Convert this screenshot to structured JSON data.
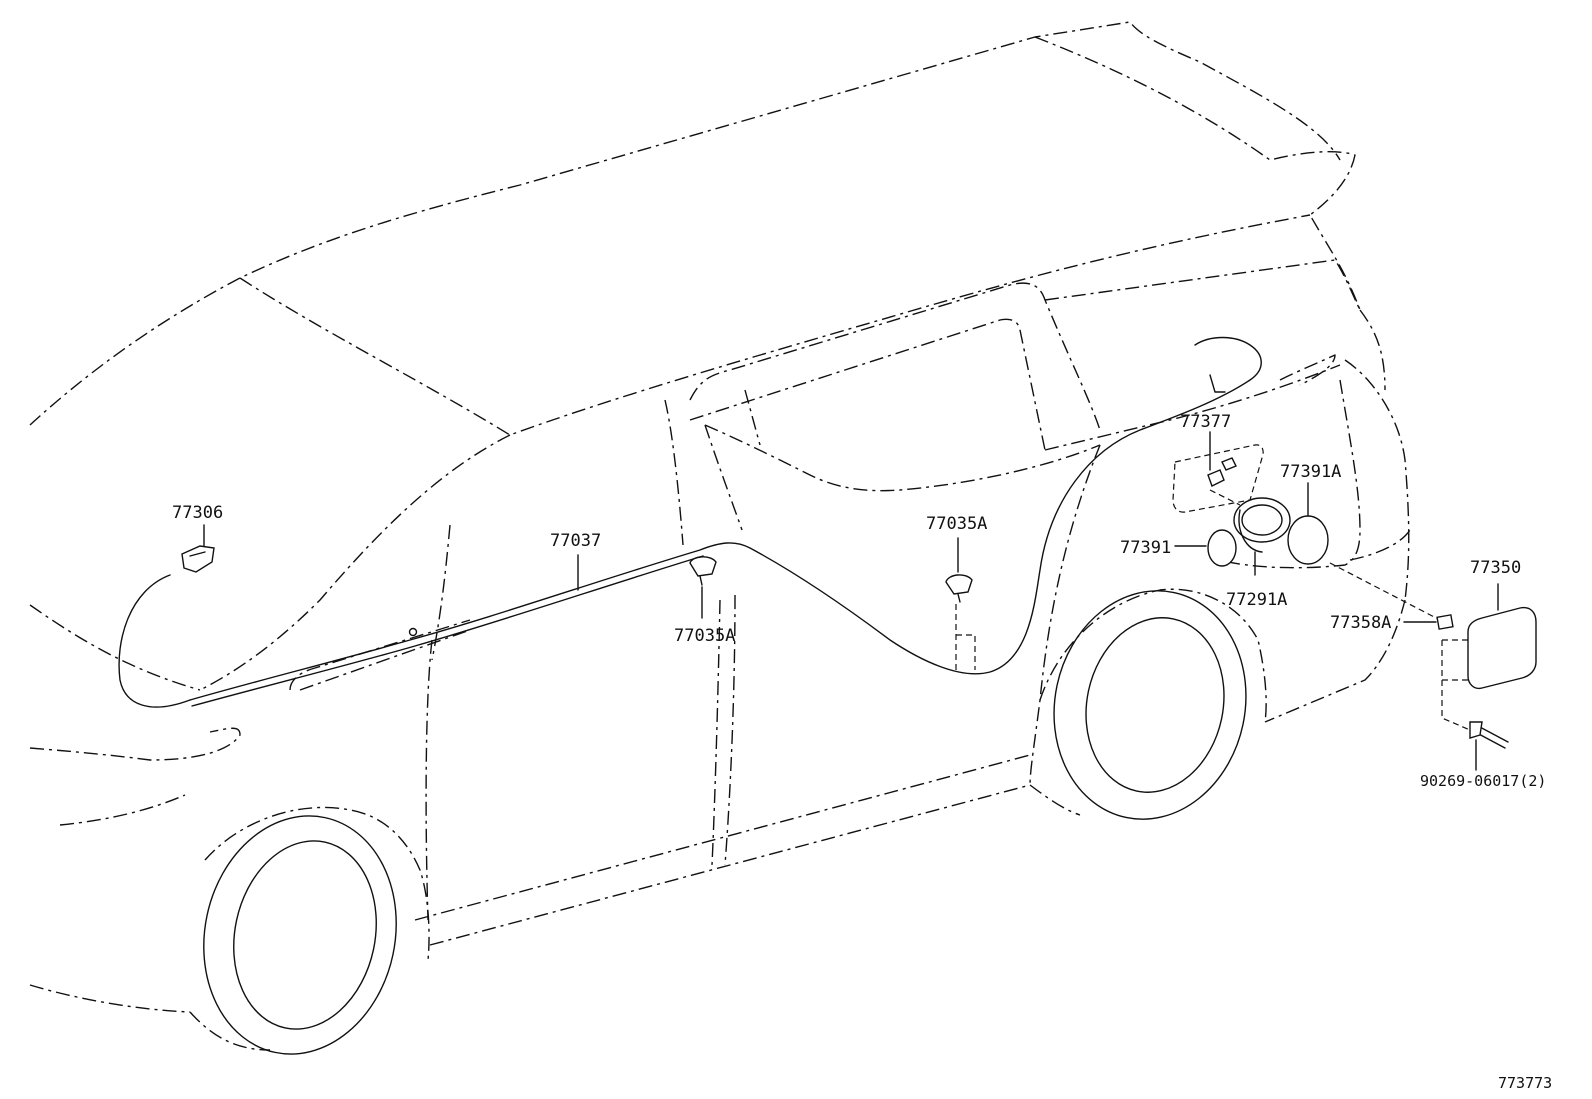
{
  "callouts": {
    "p77306": "77306",
    "p77037": "77037",
    "p77035A_top": "77035A",
    "p77035A_bottom": "77035A",
    "p77377": "77377",
    "p77391A": "77391A",
    "p77391": "77391",
    "p77291A": "77291A",
    "p77350": "77350",
    "p77358A": "77358A",
    "p90269": "90269-06017(2)"
  },
  "diagram_id": "773773",
  "colors": {
    "line": "#111111",
    "background": "#ffffff"
  }
}
